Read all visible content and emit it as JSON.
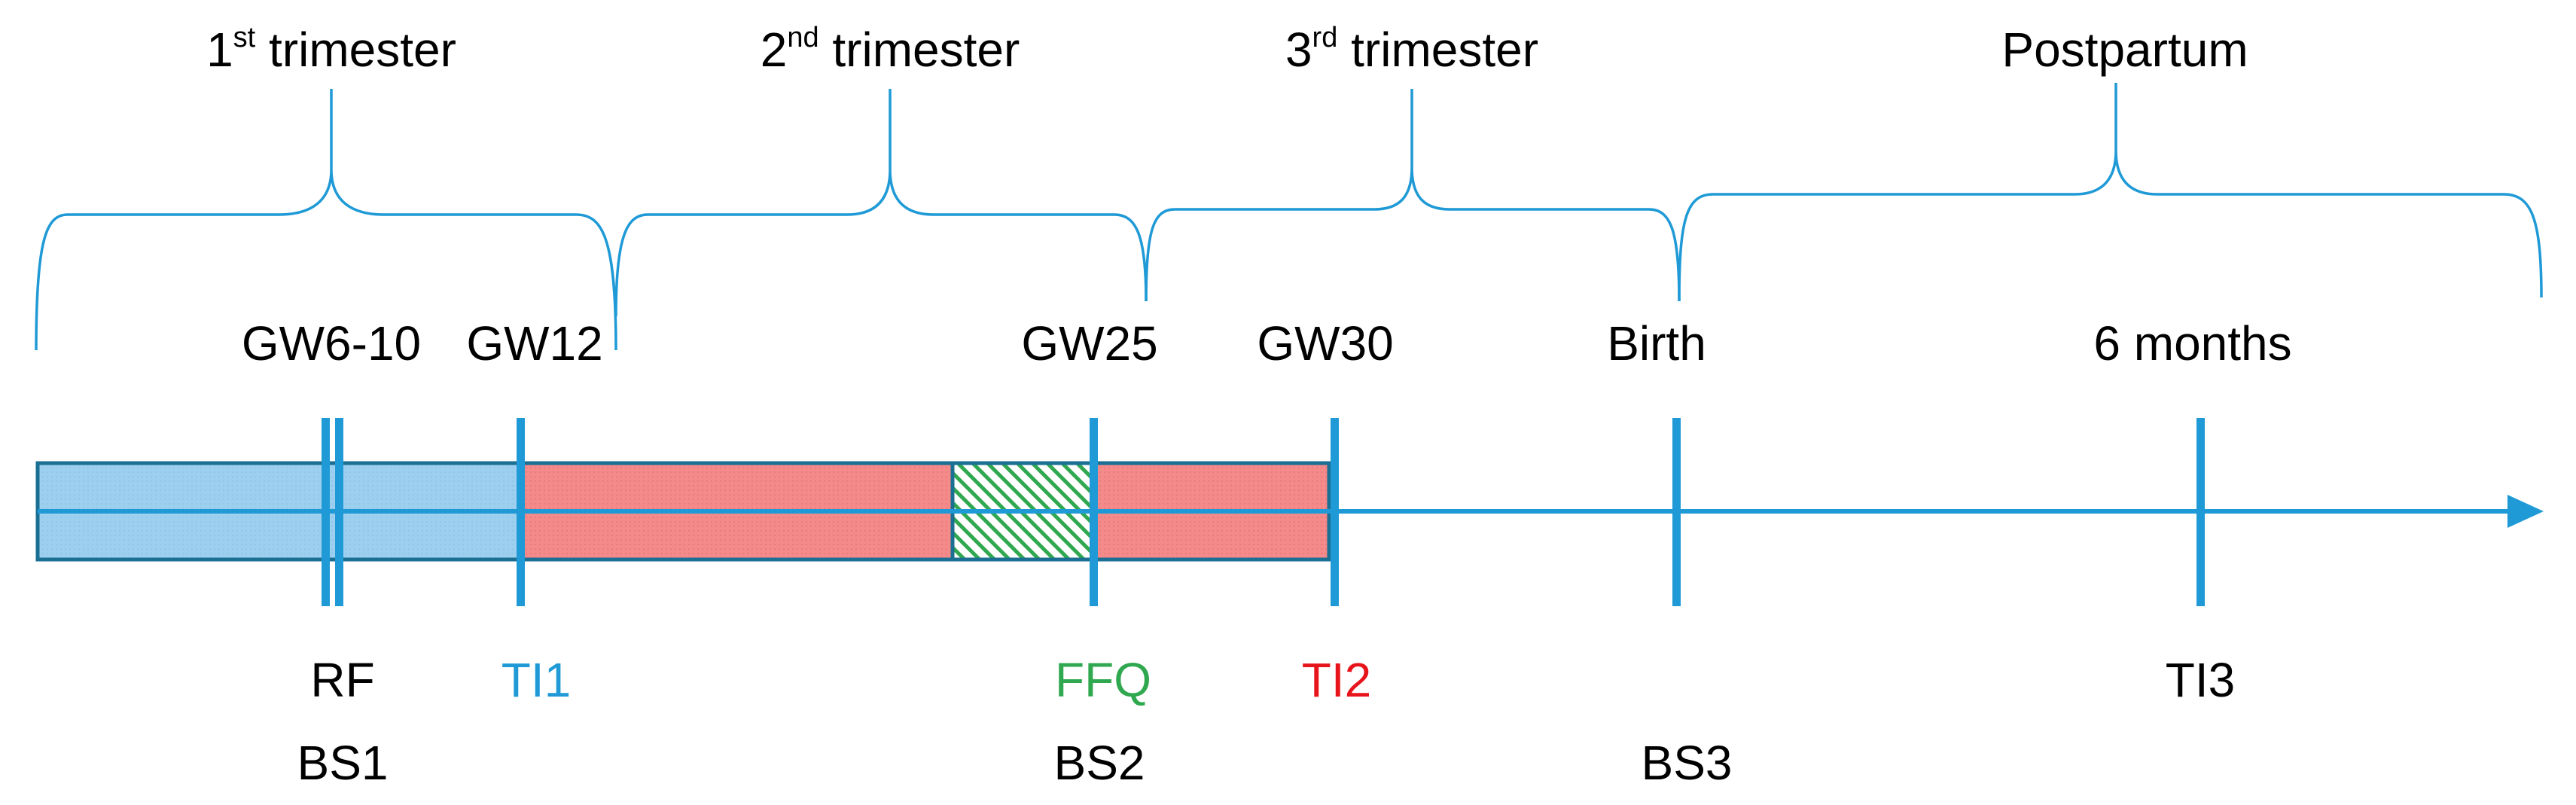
{
  "colors": {
    "timeline_blue": "#1f9ad6",
    "outline_blue": "#1b6f93",
    "period1_fill": "#9dcfef",
    "period2_fill": "#f48a8a",
    "ffq_hatch": "#2fa84f",
    "label_black": "#000000",
    "ti1_color": "#1f9ad6",
    "ffq_color": "#2fa84f",
    "ti2_color": "#e8141b"
  },
  "periods": [
    {
      "main": "1",
      "sup": "st",
      "rest": " trimester"
    },
    {
      "main": "2",
      "sup": "nd",
      "rest": " trimester"
    },
    {
      "main": "3",
      "sup": "rd",
      "rest": " trimester"
    },
    {
      "main": "Postpartum",
      "sup": "",
      "rest": ""
    }
  ],
  "timepoints": [
    "GW6-10",
    "GW12",
    "GW25",
    "GW30",
    "Birth",
    "6 months"
  ],
  "measures_row1": [
    {
      "text": "RF",
      "color": "label_black"
    },
    {
      "text": "TI1",
      "color": "ti1_color"
    },
    {
      "text": "FFQ",
      "color": "ffq_color"
    },
    {
      "text": "TI2",
      "color": "ti2_color"
    },
    {
      "text": "TI3",
      "color": "label_black"
    }
  ],
  "measures_row2": [
    "BS1",
    "BS2",
    "BS3"
  ]
}
